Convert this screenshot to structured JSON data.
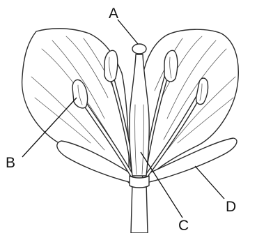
{
  "labels": {
    "a": "A",
    "b": "B",
    "c": "C",
    "d": "D"
  },
  "colors": {
    "line": "#2a2a2a",
    "background": "#ffffff"
  }
}
